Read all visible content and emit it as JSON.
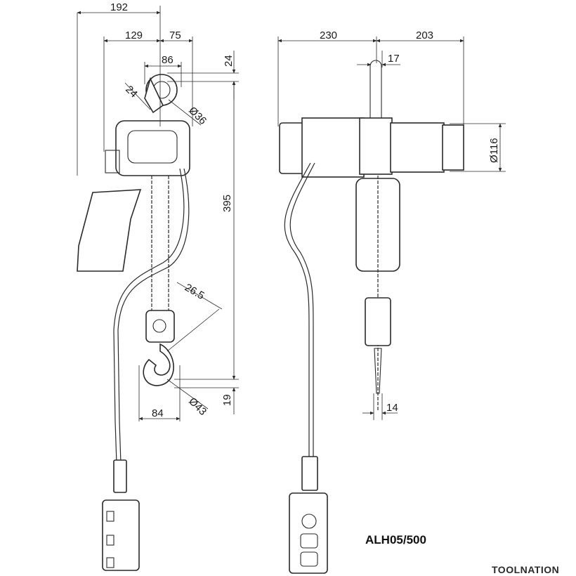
{
  "dimensions": {
    "width_total": "192",
    "offset_left": "129",
    "offset_right": "75",
    "hook_top_width": "86",
    "hook_top_gap": "24",
    "hook_top_thickness": "24",
    "hook_top_diameter": "Ø36",
    "height_total": "395",
    "hook_bottom_thickness": "26.5",
    "hook_bottom_width": "84",
    "hook_bottom_diameter": "Ø43",
    "hook_bottom_offset": "19",
    "side_left": "230",
    "side_right": "203",
    "side_shackle": "17",
    "motor_diameter": "Ø116",
    "chain_width": "14"
  },
  "model": "ALH05/500",
  "brand": "TOOLNATION"
}
